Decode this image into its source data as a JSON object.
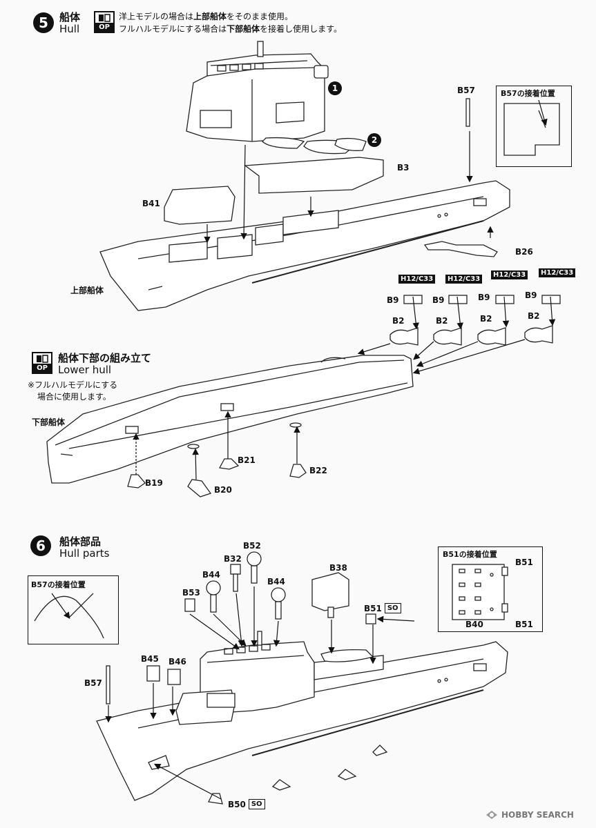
{
  "step5": {
    "number": "5",
    "title_jp": "船体",
    "title_en": "Hull",
    "op_label": "OP",
    "note_line1_a": "洋上モデルの場合は",
    "note_line1_b": "上部船体",
    "note_line1_c": "をそのまま使用。",
    "note_line2_a": "フルハルモデルにする場合は",
    "note_line2_b": "下部船体",
    "note_line2_c": "を接着し使用します。",
    "callout1": "1",
    "callout2": "2",
    "b57_inset_title": "B57の接着位置",
    "parts": {
      "b57": "B57",
      "b3": "B3",
      "b41": "B41",
      "b26": "B26",
      "h12": "H12/C33",
      "b9": "B9",
      "b2": "B2",
      "b19": "B19",
      "b20": "B20",
      "b21": "B21",
      "b22": "B22"
    },
    "upper_hull_label": "上部船体",
    "lower_hull_label": "下部船体",
    "lower_title_jp": "船体下部の組み立て",
    "lower_title_en": "Lower hull",
    "lower_op_label": "OP",
    "lower_note1": "※フルハルモデルにする",
    "lower_note2": "場合に使用します。"
  },
  "step6": {
    "number": "6",
    "title_jp": "船体部品",
    "title_en": "Hull parts",
    "b57_inset_title": "B57の接着位置",
    "b51_inset_title": "B51の接着位置",
    "so_label": "SO",
    "parts": {
      "b52": "B52",
      "b32": "B32",
      "b44": "B44",
      "b53": "B53",
      "b38": "B38",
      "b51": "B51",
      "b40": "B40",
      "b45": "B45",
      "b46": "B46",
      "b57": "B57",
      "b50": "B50"
    }
  },
  "watermark": {
    "brand": "HOBBY SEARCH"
  }
}
